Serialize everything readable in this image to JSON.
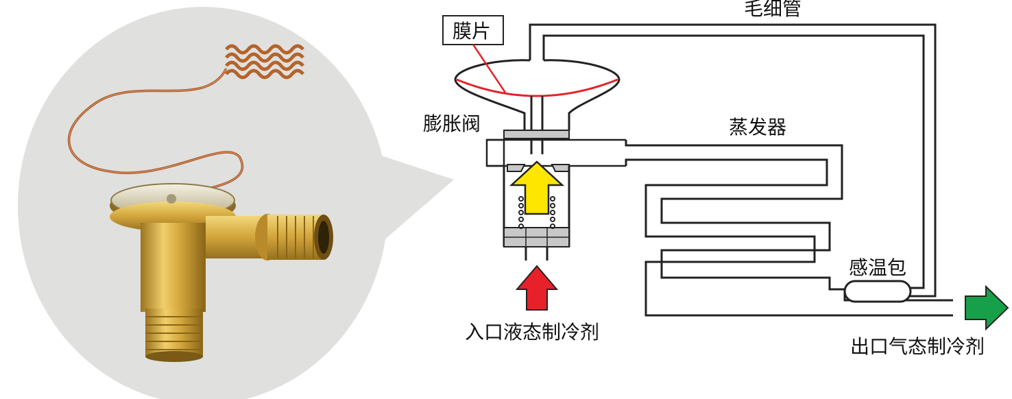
{
  "labels": {
    "capillary_tube": "毛细管",
    "diaphragm": "膜片",
    "expansion_valve": "膨胀阀",
    "evaporator": "蒸发器",
    "sensing_bulb": "感温包",
    "inlet": "入口液态制冷剂",
    "outlet": "出口气态制冷剂"
  },
  "colors": {
    "bubble_bg": "#e0e0de",
    "pipe": "#222222",
    "diaphragm": "#e0242b",
    "inlet_arrow": "#e8202a",
    "valve_arrow": "#ffe600",
    "outlet_arrow": "#17a04a",
    "brass": "#d5a83c",
    "copper": "#b5632a"
  },
  "icons": {
    "product_photo": "expansion-valve-photo",
    "inlet_arrow": "up-arrow-icon",
    "valve_arrow": "up-arrow-icon",
    "outlet_arrow": "right-arrow-icon"
  }
}
